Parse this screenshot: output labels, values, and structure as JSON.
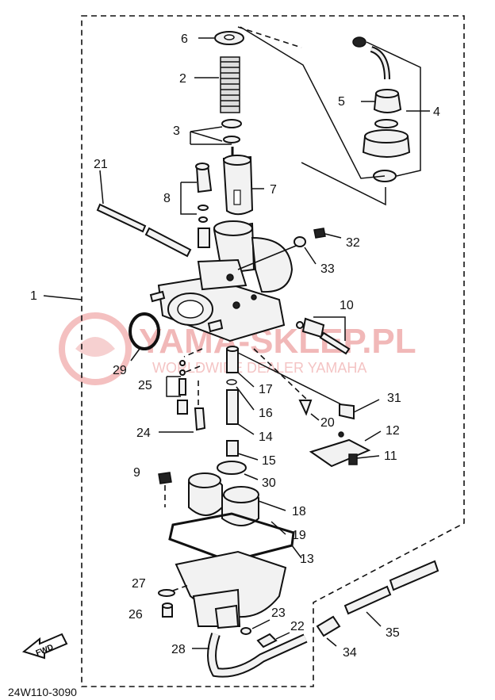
{
  "diagram": {
    "code": "24W110-3090",
    "fwd_label": "FWD",
    "part_numbers": [
      "1",
      "2",
      "3",
      "4",
      "5",
      "6",
      "7",
      "8",
      "9",
      "10",
      "11",
      "12",
      "13",
      "14",
      "15",
      "16",
      "17",
      "18",
      "19",
      "20",
      "21",
      "22",
      "23",
      "24",
      "25",
      "26",
      "27",
      "28",
      "29",
      "30",
      "31",
      "32",
      "33",
      "34",
      "35"
    ]
  },
  "watermark": {
    "title": "YAMA-SKLEP.PL",
    "subtitle": "WORLDWIDE DEALER YAMAHA"
  }
}
